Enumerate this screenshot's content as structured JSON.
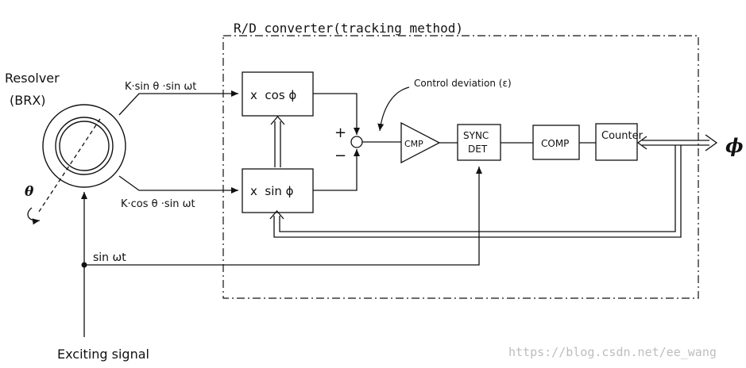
{
  "diagram": {
    "converter_title": "R/D converter(tracking method)",
    "resolver_label": "Resolver",
    "resolver_sub": "(BRX)",
    "theta_symbol": "θ",
    "sin_signal": "K·sin θ ·sin ωt",
    "cos_signal": "K·cos θ ·sin ωt",
    "mult_cos": "x  cos ϕ",
    "mult_sin": "x  sin ϕ",
    "plus_sign": "+",
    "minus_sign": "−",
    "control_deviation": "Control deviation (ε)",
    "cmp_label": "CMP",
    "sync_line1": "SYNC",
    "sync_line2": "DET",
    "comp_label": "COMP",
    "counter_label": "Counter",
    "output_symbol": "ϕ",
    "reference_signal": "sin ωt",
    "exciting_signal": "Exciting signal",
    "watermark": "https://blog.csdn.net/ee_wang"
  }
}
